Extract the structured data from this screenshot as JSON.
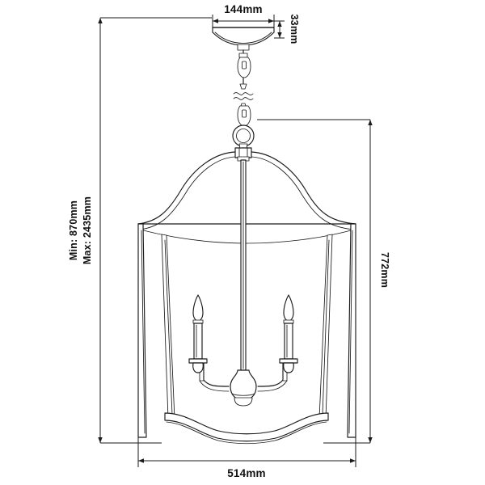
{
  "drawing": {
    "title": "Pendant Lantern Dimension Drawing",
    "subject": "3-light pagoda frame pendant lantern on chain suspension",
    "background_color": "#ffffff",
    "line_color": "#1a1a1a",
    "text_color": "#111111"
  },
  "dimensions": {
    "canopy_width": {
      "label": "144mm",
      "orientation": "horizontal",
      "position": "top",
      "measures": "ceiling canopy diameter"
    },
    "canopy_height": {
      "label": "33mm",
      "orientation": "vertical-rotated",
      "position": "top-right",
      "measures": "ceiling canopy height"
    },
    "drop_range": {
      "min_label": "Min: 870mm",
      "max_label": "Max: 2435mm",
      "orientation": "vertical-rotated",
      "position": "left",
      "measures": "overall adjustable suspension drop"
    },
    "body_height": {
      "label": "772mm",
      "orientation": "vertical-rotated",
      "position": "right",
      "measures": "lantern body height"
    },
    "body_width": {
      "label": "514mm",
      "orientation": "horizontal",
      "position": "bottom",
      "measures": "lantern body width"
    }
  },
  "fixture_parts": [
    {
      "name": "ceiling-canopy",
      "description": "shallow domed ceiling plate"
    },
    {
      "name": "chain-hook-upper",
      "description": "upper hook and quick-link"
    },
    {
      "name": "chain-break-symbol",
      "description": "break symbol for adjustable chain length"
    },
    {
      "name": "chain-hook-lower",
      "description": "lower hook and quick-link"
    },
    {
      "name": "suspension-ring",
      "description": "large round suspension loop"
    },
    {
      "name": "frame-top-collar",
      "description": "collar block where frame arms meet the stem"
    },
    {
      "name": "frame-ogee-arms",
      "description": "curved pagoda shoulder arms"
    },
    {
      "name": "frame-shoulder-rail",
      "description": "upper horizontal rail with gentle arch"
    },
    {
      "name": "frame-corner-posts",
      "description": "four tapered corner posts"
    },
    {
      "name": "frame-bottom-rail",
      "description": "lower rail with catenary sag"
    },
    {
      "name": "center-stem",
      "description": "vertical center rod"
    },
    {
      "name": "center-hub",
      "description": "bulbous cluster body at arm junction"
    },
    {
      "name": "candle-arm-left",
      "description": "curved left candle arm"
    },
    {
      "name": "candle-arm-right",
      "description": "curved right candle arm"
    },
    {
      "name": "candle-left",
      "description": "left candle sleeve with flame-tip bulb"
    },
    {
      "name": "candle-right",
      "description": "right candle sleeve with flame-tip bulb"
    }
  ],
  "lamp_count": 2
}
